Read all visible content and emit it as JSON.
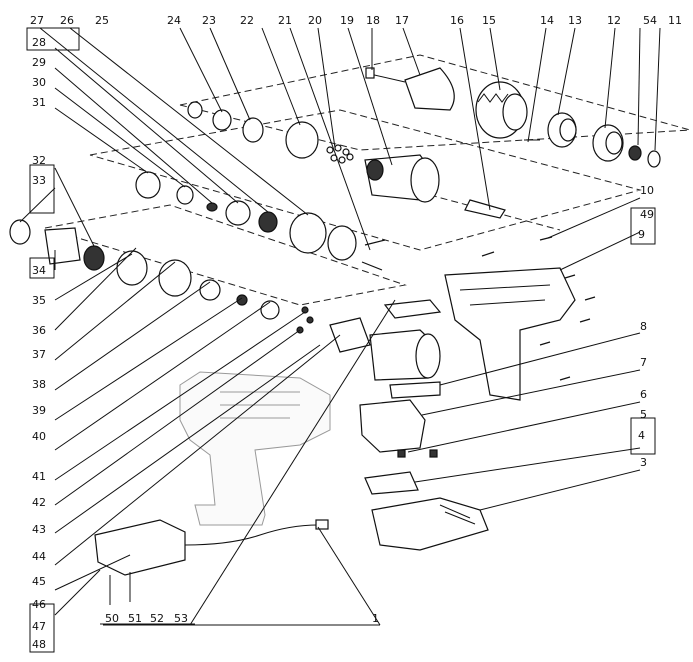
{
  "diagram": {
    "part_numbers": {
      "n1": "1",
      "n3": "3",
      "n4": "4",
      "n5": "5",
      "n6": "6",
      "n7": "7",
      "n8": "8",
      "n9": "9",
      "n10": "10",
      "n11": "11",
      "n12": "12",
      "n13": "13",
      "n14": "14",
      "n15": "15",
      "n16": "16",
      "n17": "17",
      "n18": "18",
      "n19": "19",
      "n20": "20",
      "n21": "21",
      "n22": "22",
      "n23": "23",
      "n24": "24",
      "n25": "25",
      "n26": "26",
      "n27": "27",
      "n28": "28",
      "n29": "29",
      "n30": "30",
      "n31": "31",
      "n32": "32",
      "n33": "33",
      "n34": "34",
      "n35": "35",
      "n36": "36",
      "n37": "37",
      "n38": "38",
      "n39": "39",
      "n40": "40",
      "n41": "41",
      "n42": "42",
      "n43": "43",
      "n44": "44",
      "n45": "45",
      "n46": "46",
      "n47": "47",
      "n48": "48",
      "n49": "49",
      "n50": "50",
      "n51": "51",
      "n52": "52",
      "n53": "53",
      "n54": "54"
    }
  }
}
